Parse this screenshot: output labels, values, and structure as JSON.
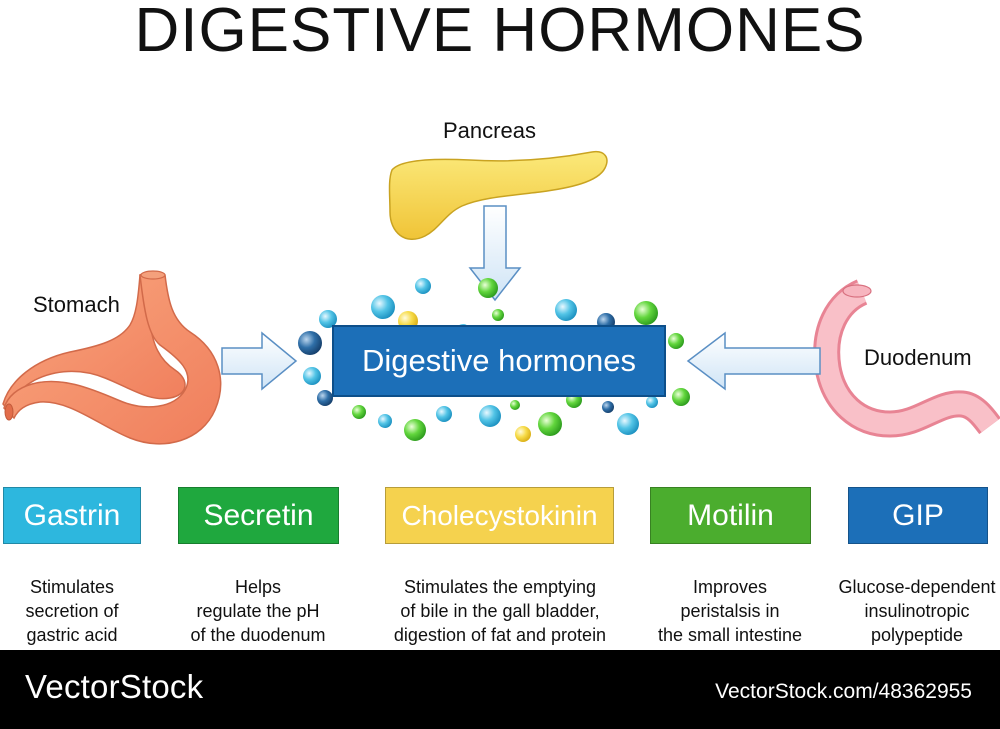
{
  "title": "DIGESTIVE HORMONES",
  "organs": {
    "pancreas": "Pancreas",
    "stomach": "Stomach",
    "duodenum": "Duodenum"
  },
  "center_label": "Digestive hormones",
  "hormones": [
    {
      "name": "Gastrin",
      "color": "#2db7de",
      "desc": [
        "Stimulates",
        "secretion of",
        "gastric acid"
      ]
    },
    {
      "name": "Secretin",
      "color": "#1fa83e",
      "desc": [
        "Helps",
        "regulate the pH",
        "of the duodenum"
      ]
    },
    {
      "name": "Cholecystokinin",
      "color": "#f5d24e",
      "desc": [
        "Stimulates the emptying",
        "of bile in the gall bladder,",
        "digestion of fat and protein"
      ]
    },
    {
      "name": "Motilin",
      "color": "#4bad2e",
      "desc": [
        "Improves",
        "peristalsis in",
        "the small intestine"
      ]
    },
    {
      "name": "GIP",
      "color": "#1c6fb8",
      "desc": [
        "Glucose-dependent",
        "insulinotropic",
        "polypeptide"
      ]
    }
  ],
  "footer": {
    "brand": "VectorStock",
    "url": "VectorStock.com/48362955"
  }
}
